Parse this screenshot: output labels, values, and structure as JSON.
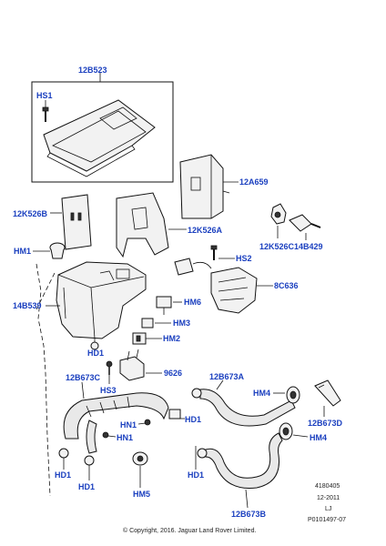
{
  "labels": {
    "l_12B523": "12B523",
    "l_HS1": "HS1",
    "l_12A659": "12A659",
    "l_12K526B": "12K526B",
    "l_12K526A": "12K526A",
    "l_12K526C": "12K526C",
    "l_14B429": "14B429",
    "l_HM1": "HM1",
    "l_HS2": "HS2",
    "l_8C636": "8C636",
    "l_14B539": "14B539",
    "l_HM6": "HM6",
    "l_HM3": "HM3",
    "l_HM2": "HM2",
    "l_HD1a": "HD1",
    "l_HS3": "HS3",
    "l_9626": "9626",
    "l_12B673C": "12B673C",
    "l_12B673A": "12B673A",
    "l_HM4a": "HM4",
    "l_12B673D": "12B673D",
    "l_HN1a": "HN1",
    "l_HN1b": "HN1",
    "l_HD1b": "HD1",
    "l_HM4b": "HM4",
    "l_HD1c": "HD1",
    "l_HD1d": "HD1",
    "l_HD1e": "HD1",
    "l_HM5": "HM5",
    "l_12B673B": "12B673B"
  },
  "meta": {
    "ref_number": "4180405",
    "date": "12-2011",
    "code": "LJ",
    "illustration_id": "P0101497-07"
  },
  "copyright": "© Copyright, 2016. Jaguar Land Rover Limited.",
  "colors": {
    "label": "#1a3fbf",
    "line": "#111111",
    "part_fill": "#f2f2f2"
  }
}
